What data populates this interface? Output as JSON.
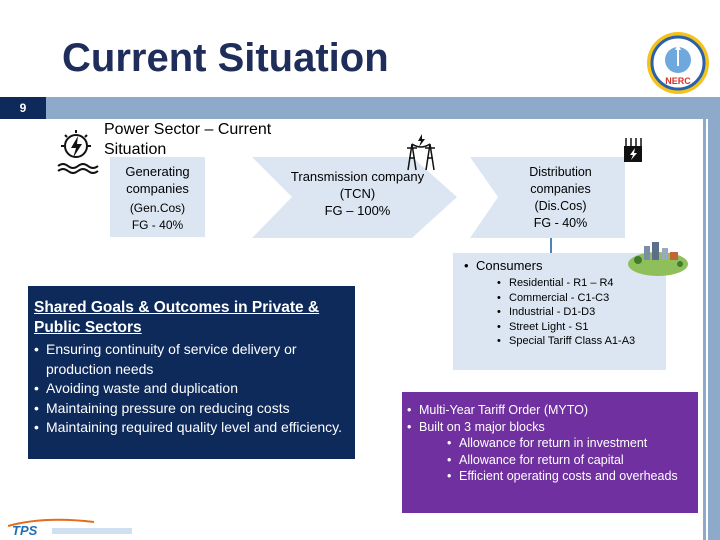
{
  "title": "Current Situation",
  "slide_number": "9",
  "power_heading": "Power Sector – Current Situation",
  "genco": {
    "line1": "Generating companies",
    "line2": "(Gen.Cos)",
    "line3": "FG - 40%"
  },
  "tcn": {
    "line1": "Transmission company (TCN)",
    "line2": "FG – 100%"
  },
  "disco": {
    "line1": "Distribution companies",
    "line2": "(Dis.Cos)",
    "line3": "FG - 40%"
  },
  "consumers": {
    "heading": "Consumers",
    "items": [
      "Residential - R1 – R4",
      "Commercial - C1-C3",
      "Industrial - D1-D3",
      "Street Light - S1",
      "Special Tariff Class A1-A3"
    ]
  },
  "goals": {
    "title": "Shared Goals & Outcomes in Private & Public Sectors",
    "items": [
      "Ensuring continuity of service delivery or production needs",
      "Avoiding waste and duplication",
      "Maintaining pressure on reducing costs",
      "Maintaining required quality level and efficiency."
    ]
  },
  "myto": {
    "items": [
      "Multi-Year Tariff Order (MYTO)",
      "Built on 3 major blocks"
    ],
    "sub_items": [
      "Allowance for return in investment",
      "Allowance for return of capital",
      "Efficient operating costs and overheads"
    ]
  },
  "logo": {
    "text": "TPS",
    "seal_text": "NERC"
  },
  "colors": {
    "navy": "#0e2a5a",
    "purple": "#7030a0",
    "light_blue": "#dce6f2",
    "bar": "#8eaacb"
  }
}
